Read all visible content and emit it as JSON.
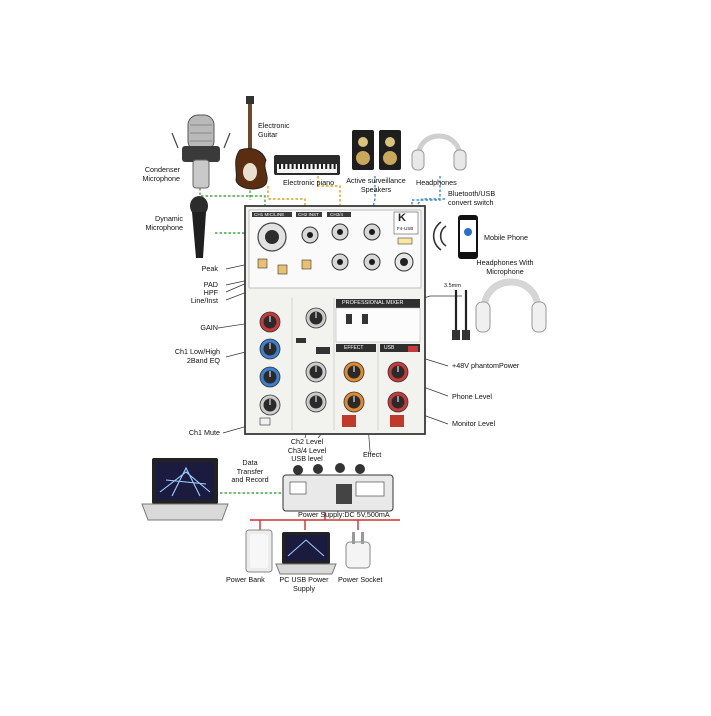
{
  "devices": {
    "condenser_mic": "Condenser Microphone",
    "dynamic_mic": "Dynamic Microphone",
    "guitar": "Electronic Guitar",
    "piano": "Electronic piano",
    "speakers": "Active surveillance Speakers",
    "headphones": "Headphones",
    "bt_switch": "Bluetooth/USB convert switch",
    "mobile_phone": "Mobile Phone",
    "headset": "Headphones With Microphone",
    "jack_size": "3.5mm"
  },
  "controls": {
    "peak": "Peak",
    "pad": "PAD",
    "hpf": "HPF",
    "line_inst": "Line/Inst",
    "gain": "GAIN",
    "eq": "Ch1 Low/High 2Band EQ",
    "mute": "Ch1 Mute",
    "phantom": "+48V phantomPower",
    "phone_level": "Phone Level",
    "monitor_level": "Monitor Level",
    "ch_levels": "Ch2 Level Ch3/4 Level USB level",
    "effect": "Effect"
  },
  "power": {
    "laptop_label": "Data Transfer and Record",
    "supply": "Power Supply:DC 5V,500mA",
    "power_bank": "Power Bank",
    "pc_usb": "PC USB Power Supply",
    "socket": "Power Socket"
  },
  "panel": {
    "brand": "K",
    "model": "F4-USB",
    "title": "PROFESSIONAL MIXER",
    "effect_tag": "EFFECT",
    "mic_line": "CH1 MIC/LINE",
    "inst": "CH2 INST",
    "ch34": "CH3/4",
    "usb_tag": "USB"
  },
  "colors": {
    "panel": "#f2f2ee",
    "panel_edge": "#3a3a3a",
    "green_link": "#44aa44",
    "red_link": "#d03030",
    "blue_link": "#3a8fd0",
    "orange_link": "#e0a020",
    "knob_red": "#c83a3a",
    "knob_blue": "#3a7fd0",
    "knob_orange": "#e08a30"
  }
}
